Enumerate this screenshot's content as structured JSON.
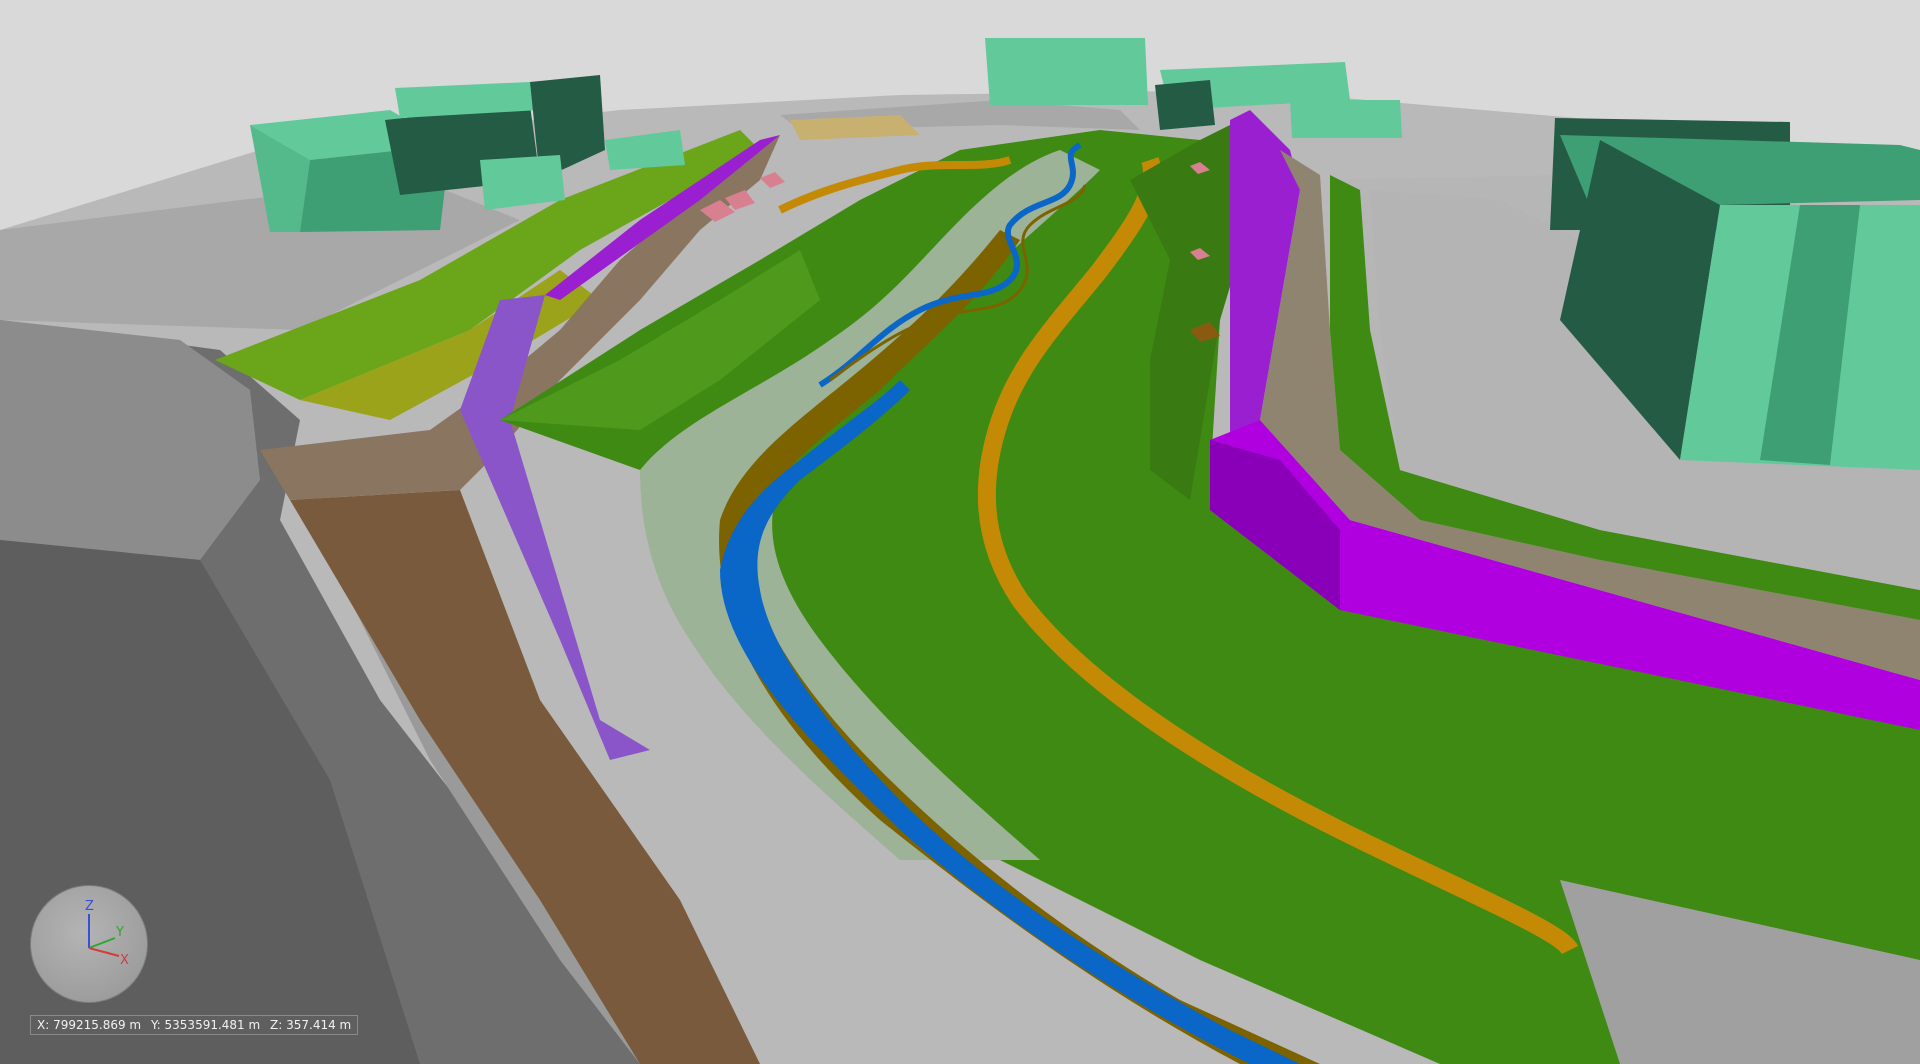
{
  "viewport": {
    "scene": "3D river restoration model view",
    "colors": {
      "sky": "#d9d9d9",
      "terrain_light": "#c8c8c8",
      "terrain_mid": "#a6a6a6",
      "terrain_dark": "#6e6e6e",
      "building_light": "#62c99a",
      "building_dark": "#245b45",
      "grass": "#3f8a13",
      "grass_light": "#5aa321",
      "path_brown": "#7a5a3c",
      "dike_brown": "#7d6200",
      "orange_path": "#c48a06",
      "water_blue": "#0a66c7",
      "floodplain": "#9db397",
      "wall_magenta": "#b000e0",
      "wall_violet": "#8a55c8",
      "yellow_slope": "#9aa31a",
      "roof_pink": "#d88090"
    }
  },
  "navigation_cube": {
    "axis_z": "Z",
    "axis_y": "Y",
    "axis_x": "X",
    "axis_z_color": "#3a4fd6",
    "axis_y_color": "#2fa62f",
    "axis_x_color": "#d63a3a"
  },
  "coordinates": {
    "x": "X: 799215.869 m",
    "y": "Y: 5353591.481 m",
    "z": "Z: 357.414 m"
  }
}
